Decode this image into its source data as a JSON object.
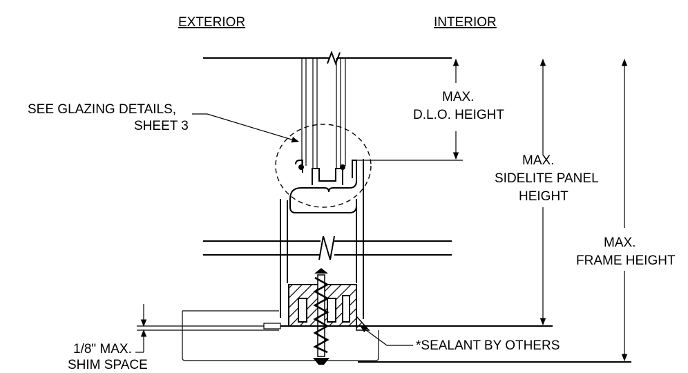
{
  "headers": {
    "exterior": "EXTERIOR",
    "interior": "INTERIOR"
  },
  "callouts": {
    "glazing_line1": "SEE GLAZING DETAILS,",
    "glazing_line2": "SHEET 3",
    "sealant": "*SEALANT BY OTHERS",
    "shim_line1": "1/8\" MAX.",
    "shim_line2": "SHIM SPACE"
  },
  "dimensions": {
    "dlo_line1": "MAX.",
    "dlo_line2": "D.L.O. HEIGHT",
    "panel_line1": "MAX.",
    "panel_line2": "SIDELITE PANEL",
    "panel_line3": "HEIGHT",
    "frame_line1": "MAX.",
    "frame_line2": "FRAME HEIGHT"
  }
}
